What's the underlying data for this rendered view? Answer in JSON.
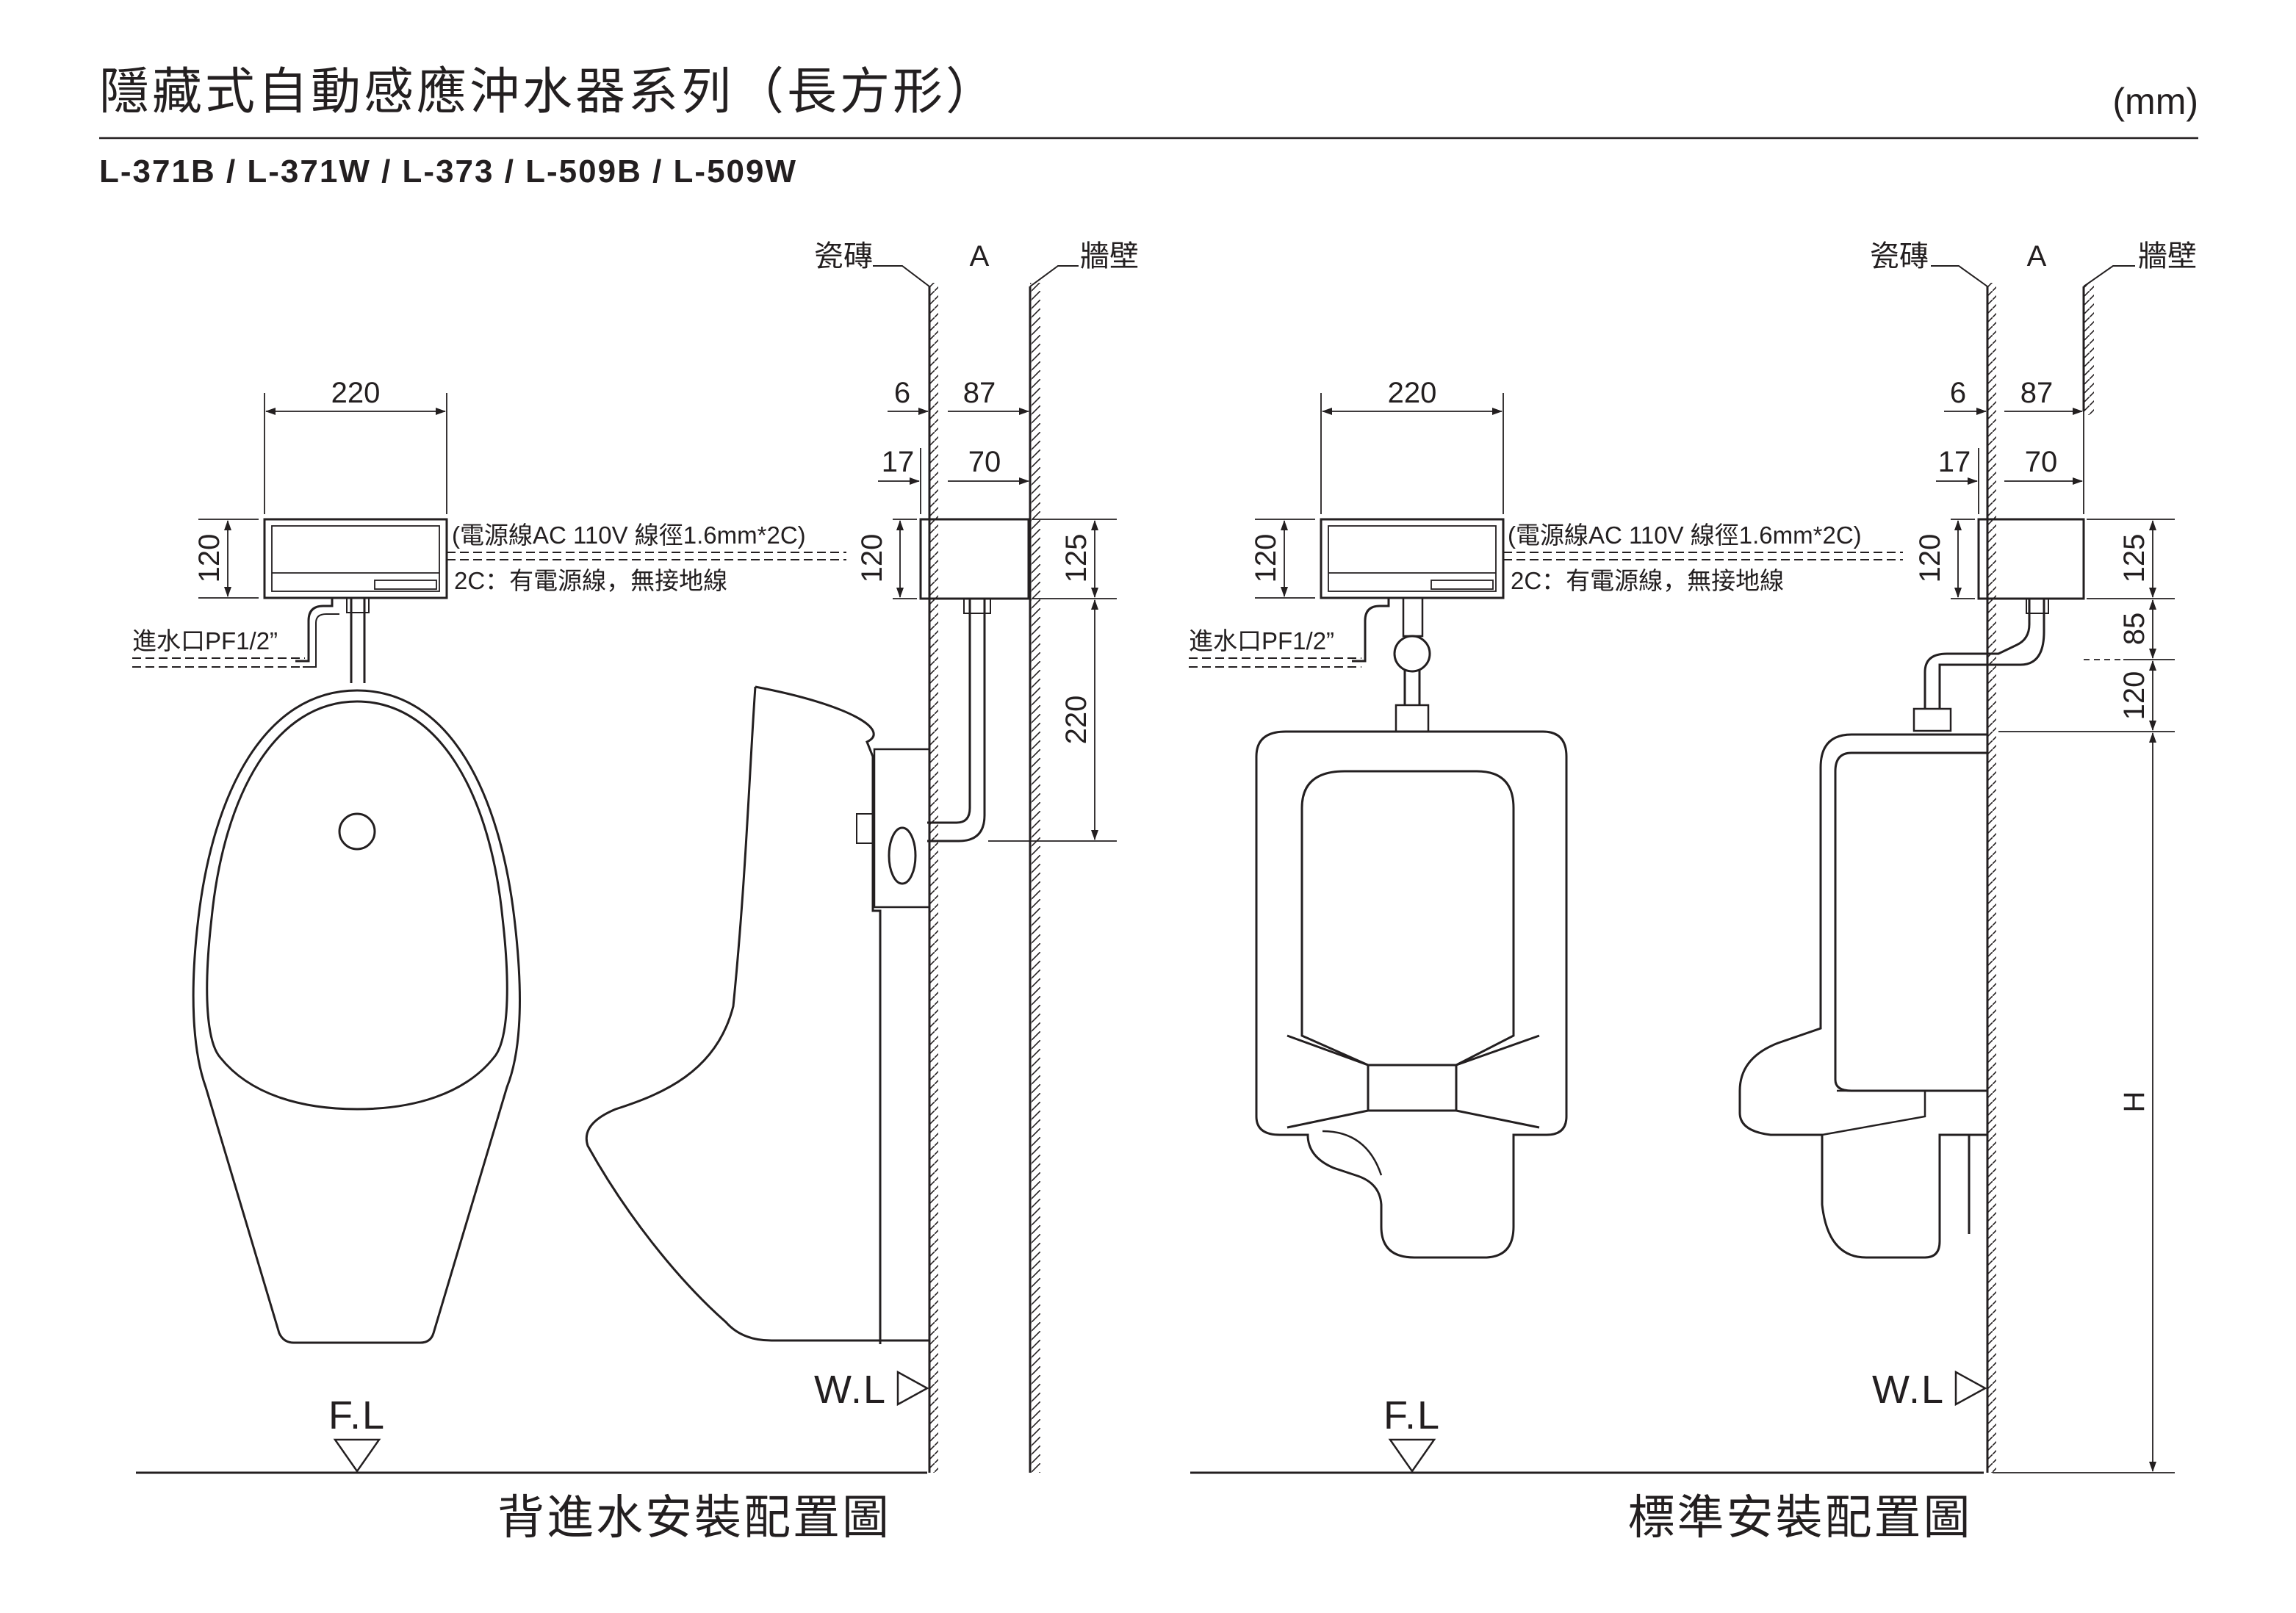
{
  "header": {
    "title": "隱藏式自動感應沖水器系列（長方形）",
    "unit": "(mm)",
    "models": "L-371B / L-371W / L-373 / L-509B / L-509W"
  },
  "labels": {
    "tile": "瓷磚",
    "a": "A",
    "wall": "牆壁",
    "inlet": "進水口PF1/2”",
    "power_line": "(電源線AC 110V 線徑1.6mm*2C)",
    "power_note": "2C：有電源線，無接地線",
    "fl": "F.L",
    "wl": "W.L",
    "h": "H"
  },
  "dimensions": {
    "box_width": "220",
    "box_height": "120",
    "tile_thk": "6",
    "depth_total": "87",
    "gap": "17",
    "box_depth": "70",
    "side_box_height": "125",
    "pipe_drop": "220",
    "offset": "85",
    "spud_height": "120"
  },
  "captions": {
    "left": "背進水安裝配置圖",
    "right": "標準安裝配置圖"
  }
}
